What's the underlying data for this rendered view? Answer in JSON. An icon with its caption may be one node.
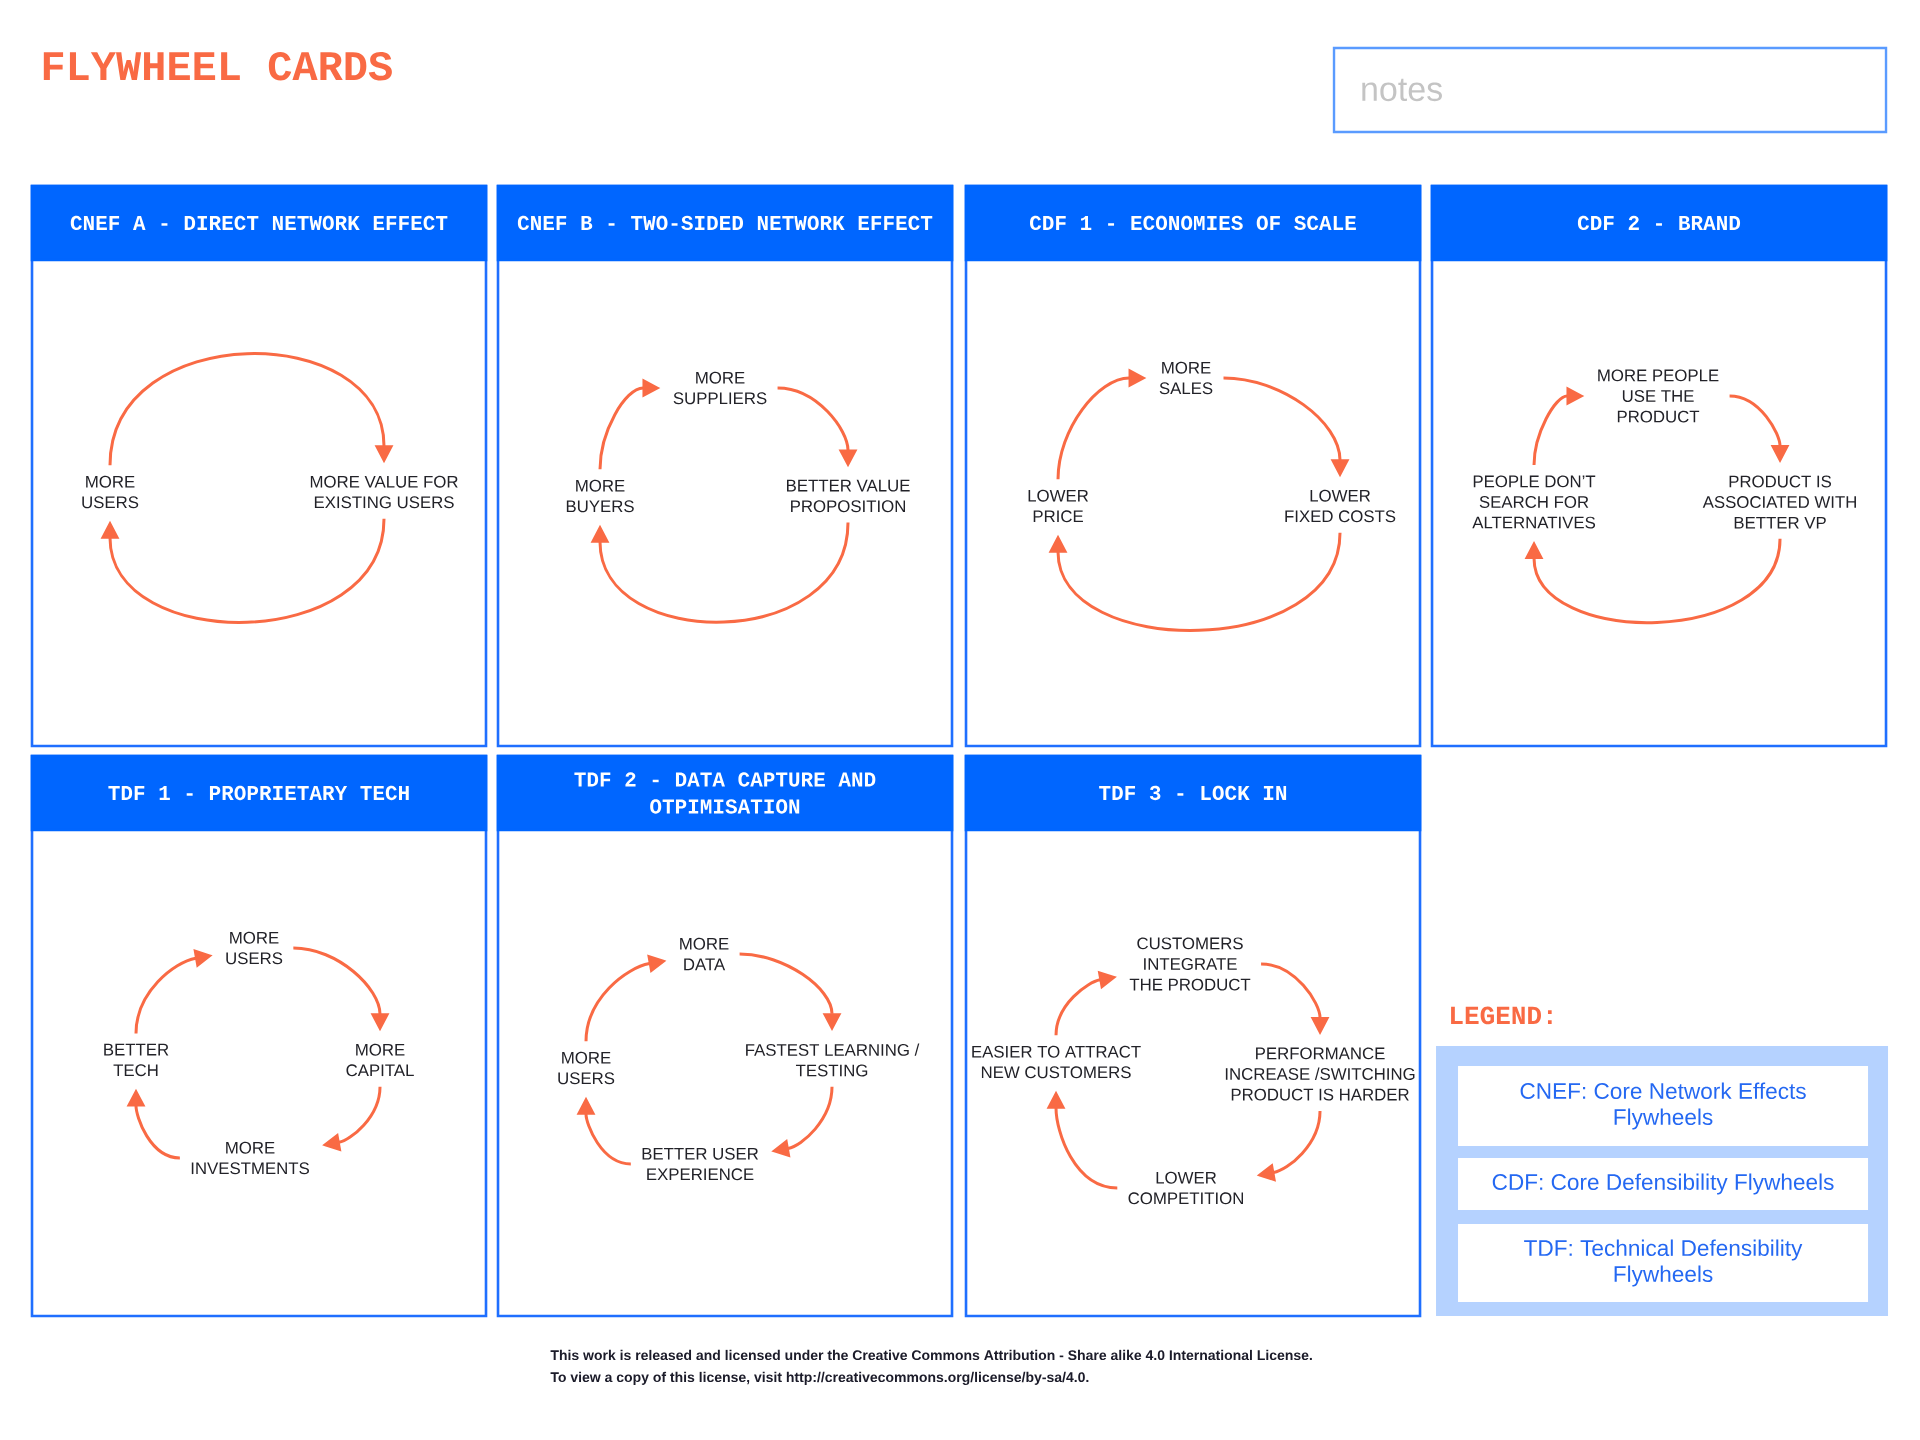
{
  "diagram": {
    "title": "FLYWHEEL CARDS",
    "nodes": [
      {
        "text": [
          "notes"
        ]
      },
      {
        "text": [
          "CNEF A - DIRECT NETWORK EFFECT"
        ]
      },
      {
        "text": [
          "MORE USERS"
        ],
        "in": 1
      },
      {
        "text": [
          "MORE VALUE FOR EXISTING USERS"
        ],
        "in": 1
      },
      {
        "text": [
          "CNEF B - TWO-SIDED NETWORK EFFECT"
        ]
      },
      {
        "text": [
          "MORE SUPPLIERS"
        ],
        "in": 4
      },
      {
        "text": [
          "MORE BUYERS"
        ],
        "in": 4
      },
      {
        "text": [
          "BETTER VALUE PROPOSITION"
        ],
        "in": 4
      },
      {
        "text": [
          "CDF 1 - ECONOMIES OF SCALE"
        ]
      },
      {
        "text": [
          "MORE SALES"
        ],
        "in": 8
      },
      {
        "text": [
          "LOWER PRICE"
        ],
        "in": 8
      },
      {
        "text": [
          "LOWER FIXED COSTS"
        ],
        "in": 8
      },
      {
        "text": [
          "CDF 2 - BRAND"
        ]
      },
      {
        "text": [
          "MORE PEOPLE USE THE PRODUCT"
        ],
        "in": 12
      },
      {
        "text": [
          "PEOPLE DON’T SEARCH FOR ALTERNATIVES"
        ],
        "in": 12
      },
      {
        "text": [
          "PRODUCT IS ASSOCIATED WITH BETTER VP"
        ],
        "in": 12
      },
      {
        "text": [
          "TDF 1 - PROPRIETARY TECH"
        ]
      },
      {
        "text": [
          "MORE USERS"
        ],
        "in": 16
      },
      {
        "text": [
          "BETTER TECH"
        ],
        "in": 16
      },
      {
        "text": [
          "MORE CAPITAL"
        ],
        "in": 16
      },
      {
        "text": [
          "MORE INVESTMENTS"
        ],
        "in": 16
      },
      {
        "text": [
          "TDF 2 - DATA CAPTURE AND OTPIMISATION"
        ]
      },
      {
        "text": [
          "MORE DATA"
        ],
        "in": 21
      },
      {
        "text": [
          "MORE USERS"
        ],
        "in": 21
      },
      {
        "text": [
          "FASTEST LEARNING / TESTING"
        ],
        "in": 21
      },
      {
        "text": [
          "BETTER USER EXPERIENCE"
        ],
        "in": 21
      },
      {
        "text": [
          "TDF 3 - LOCK IN"
        ]
      },
      {
        "text": [
          "CUSTOMERS INTEGRATE THE PRODUCT"
        ],
        "in": 26
      },
      {
        "text": [
          "EASIER TO ATTRACT NEW CUSTOMERS"
        ],
        "in": 26
      },
      {
        "text": [
          "PERFORMANCE INCREASE /SWITCHING PRODUCT IS HARDER"
        ],
        "in": 26
      },
      {
        "text": [
          "LOWER COMPETITION"
        ],
        "in": 26
      },
      {
        "text": [
          "LEGEND:"
        ]
      },
      {
        "text": [
          "CNEF: Core Network Effects Flywheels"
        ],
        "in": 31
      },
      {
        "text": [
          "CDF: Core Defensibility Flywheels"
        ],
        "in": 31
      },
      {
        "text": [
          "TDF: Technical Defensibility Flywheels"
        ],
        "in": 31
      }
    ],
    "edges": [
      {
        "from": 2,
        "to": 3,
        "arrow": "to"
      },
      {
        "from": 3,
        "to": 2,
        "arrow": "to"
      },
      {
        "from": 6,
        "to": 5,
        "arrow": "to"
      },
      {
        "from": 5,
        "to": 7,
        "arrow": "to"
      },
      {
        "from": 7,
        "to": 6,
        "arrow": "to"
      },
      {
        "from": 10,
        "to": 9,
        "arrow": "to"
      },
      {
        "from": 9,
        "to": 11,
        "arrow": "to"
      },
      {
        "from": 11,
        "to": 10,
        "arrow": "to"
      },
      {
        "from": 14,
        "to": 13,
        "arrow": "to"
      },
      {
        "from": 13,
        "to": 15,
        "arrow": "to"
      },
      {
        "from": 15,
        "to": 14,
        "arrow": "to"
      },
      {
        "from": 17,
        "to": 19,
        "arrow": "to"
      },
      {
        "from": 19,
        "to": 20,
        "arrow": "to"
      },
      {
        "from": 20,
        "to": 18,
        "arrow": "to"
      },
      {
        "from": 18,
        "to": 17,
        "arrow": "to"
      },
      {
        "from": 22,
        "to": 24,
        "arrow": "to"
      },
      {
        "from": 24,
        "to": 25,
        "arrow": "to"
      },
      {
        "from": 25,
        "to": 23,
        "arrow": "to"
      },
      {
        "from": 23,
        "to": 22,
        "arrow": "to"
      },
      {
        "from": 27,
        "to": 29,
        "arrow": "to"
      },
      {
        "from": 29,
        "to": 30,
        "arrow": "to"
      },
      {
        "from": 30,
        "to": 28,
        "arrow": "to"
      },
      {
        "from": 28,
        "to": 27,
        "arrow": "to"
      }
    ],
    "labels": [
      "This work is released and licensed under the Creative Commons Attribution - Share alike 4.0 International License.",
      "To view a copy of this license, visit http://creativecommons.org/license/by-sa/4.0."
    ]
  }
}
